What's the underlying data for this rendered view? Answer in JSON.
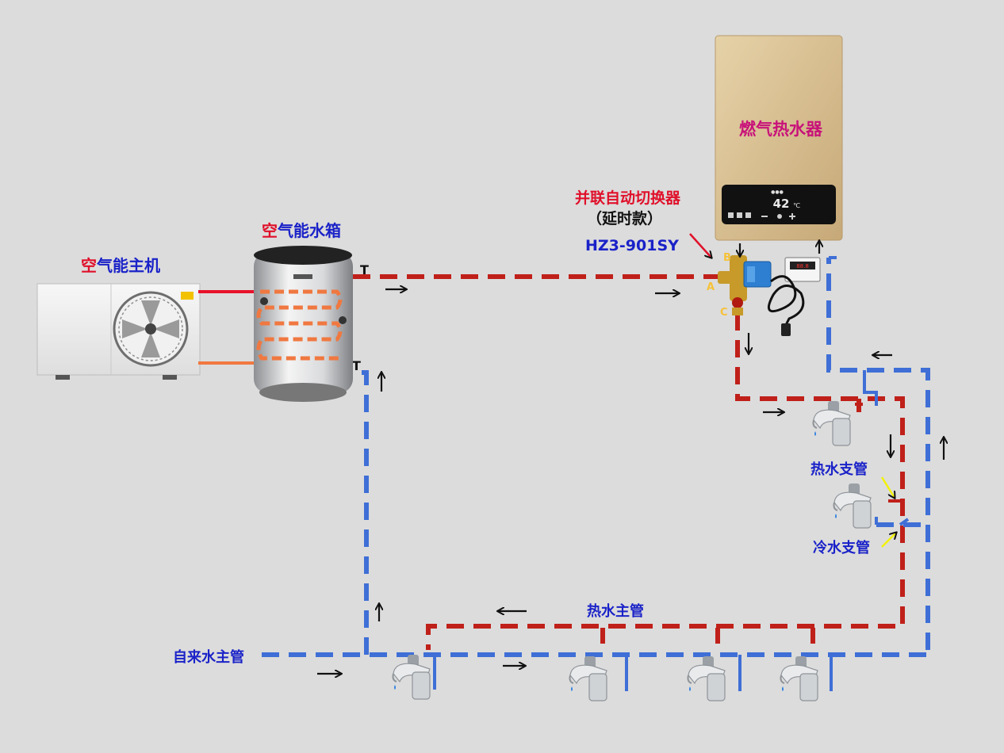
{
  "labels": {
    "heat_pump": "空气能主机",
    "water_tank": "空气能水箱",
    "gas_heater": "燃气热水器",
    "switcher_line1": "并联自动切换器",
    "switcher_line2": "（延时款）",
    "model": "HZ3-901SY",
    "hot_branch": "热水支管",
    "cold_branch": "冷水支管",
    "hot_main": "热水主管",
    "tap_main": "自来水主管",
    "display_temp": "42",
    "display_unit": "℃",
    "valve_a": "A",
    "valve_b": "B",
    "valve_c": "C",
    "tee_mark": "T"
  },
  "colors": {
    "background": "#dcdcdc",
    "hot_pipe": "#c0201a",
    "cold_pipe": "#3f6fd6",
    "coil": "#f07840",
    "label_red": "#e0102a",
    "label_blue": "#1a22c8",
    "valve_label": "#f6c23a",
    "pointer_yellow": "#f2f20a",
    "heater_gold": "#d4b98a"
  },
  "icons": [
    "fan-icon",
    "faucet-icon",
    "arrow-icon",
    "pump-icon",
    "thermostat-icon"
  ]
}
